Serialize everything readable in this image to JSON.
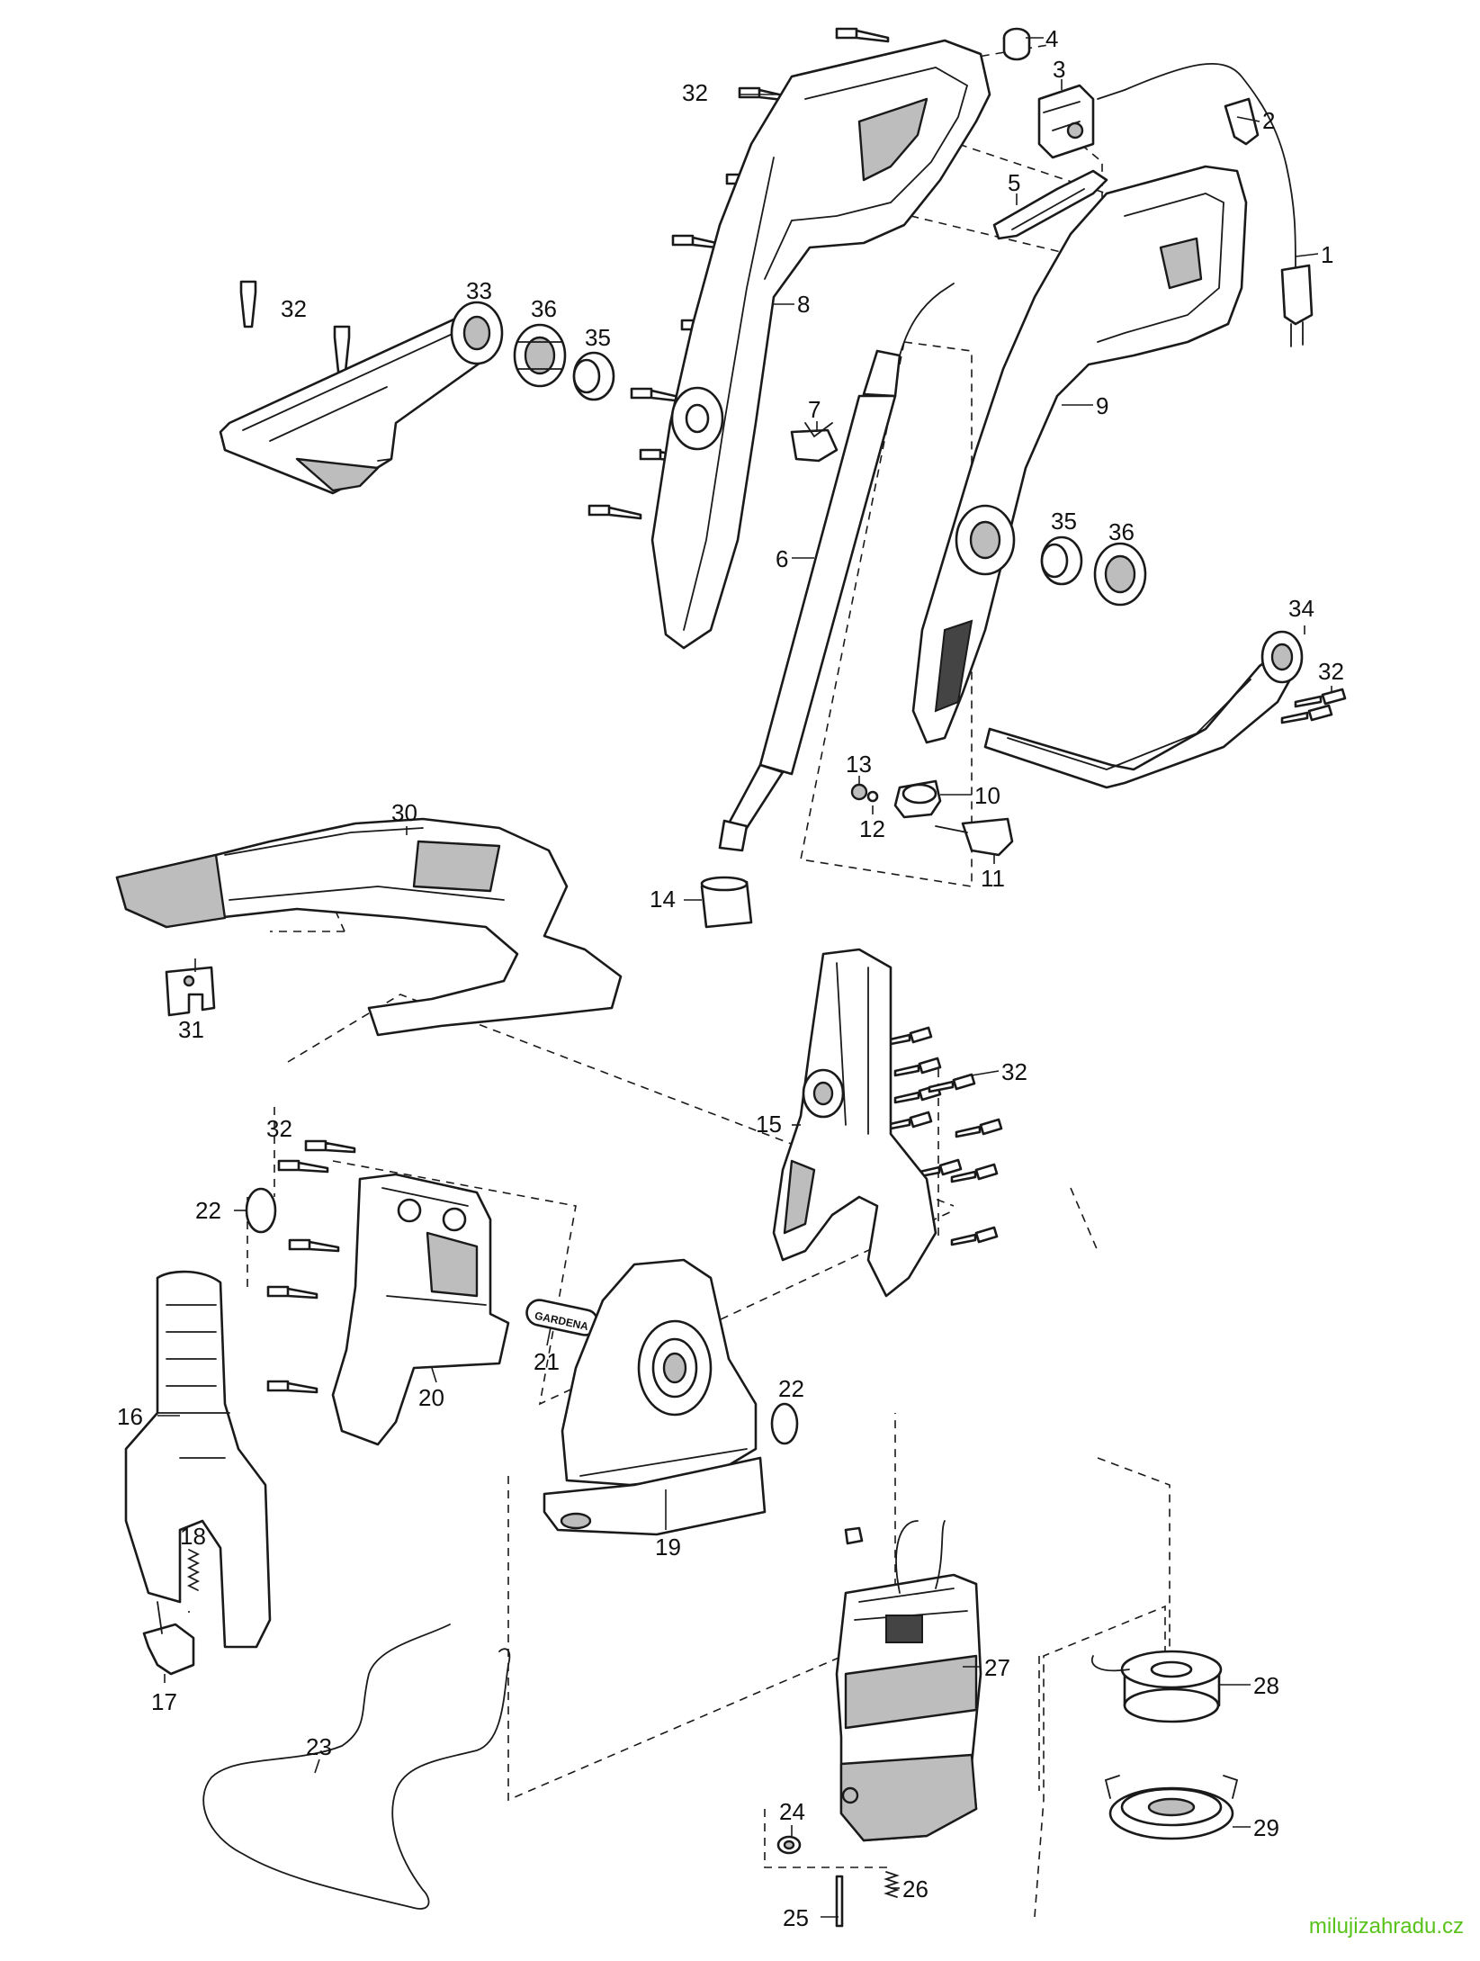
{
  "diagram": {
    "callouts": [
      "1",
      "2",
      "3",
      "4",
      "5",
      "6",
      "7",
      "8",
      "9",
      "10",
      "11",
      "12",
      "13",
      "14",
      "15",
      "16",
      "17",
      "18",
      "19",
      "20",
      "21",
      "22",
      "23",
      "24",
      "25",
      "26",
      "27",
      "28",
      "29",
      "30",
      "31",
      "32",
      "33",
      "34",
      "35",
      "36"
    ],
    "badge_text": "GARDENA"
  },
  "watermark": "milujizahradu.cz",
  "colors": {
    "line": "#1a1a1a",
    "shade": "#bdbdbd",
    "watermark": "#58c21a"
  }
}
